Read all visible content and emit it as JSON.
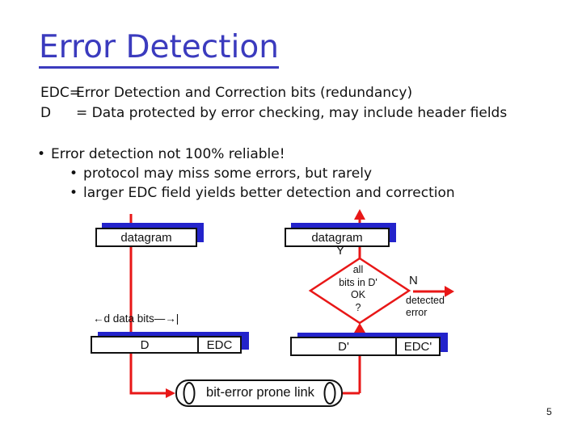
{
  "slide": {
    "title": "Error Detection",
    "page_number": "5",
    "bullet_glyph": "•",
    "definitions": [
      {
        "term": "EDC=",
        "text": "Error Detection and Correction bits (redundancy)"
      },
      {
        "term": "D",
        "text": "= Data protected by error checking, may include header fields"
      }
    ],
    "bullets": {
      "main": "Error detection not 100% reliable!",
      "sub": [
        "protocol may miss some errors, but rarely",
        "larger EDC field yields better detection and correction"
      ]
    }
  },
  "diagram": {
    "sender_datagram_label": "datagram",
    "receiver_datagram_label": "datagram",
    "measure_label": "←d data bits—→|",
    "d_field_label": "D",
    "edc_field_label": "EDC",
    "d_prime_field_label": "D'",
    "edc_prime_field_label": "EDC'",
    "decision_lines": [
      "all",
      "bits in D'",
      "OK",
      "?"
    ],
    "yes_label": "Y",
    "no_label": "N",
    "detected_error_lines": [
      "detected",
      "error"
    ],
    "link_label": "bit-error prone link",
    "colors": {
      "arrow_red": "#e81717",
      "shadow_blue": "#2323cb",
      "title_blue": "#3b3bbe",
      "box_border": "#111111"
    }
  }
}
